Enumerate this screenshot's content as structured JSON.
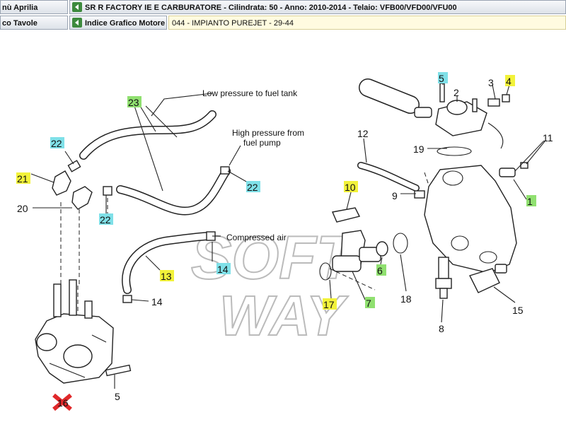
{
  "header": {
    "menu_tab": "nù Aprilia",
    "model_info": "SR R FACTORY IE E CARBURATORE - Cilindrata:  50 - Anno: 2010-2014 - Telaio: VFB00/VFD00/VFU00",
    "tables_tab": "co Tavole",
    "engine_index_button": "Indice Grafico Motore",
    "section_title": "044 - IMPIANTO PUREJET - 29-44"
  },
  "colors": {
    "yellow": "#f2f23a",
    "cyan": "#7fe0e8",
    "green": "#90e070",
    "red": "#e0282a"
  },
  "annotations": {
    "low_pressure": "Low pressure to fuel tank",
    "high_pressure_1": "High pressure from",
    "high_pressure_2": "fuel pump",
    "compressed_air": "Compressed air"
  },
  "watermark": {
    "line1": "SOFT",
    "line2": "WAY"
  },
  "callouts": [
    {
      "num": "1",
      "color": "green"
    },
    {
      "num": "2",
      "color": "none"
    },
    {
      "num": "3",
      "color": "none"
    },
    {
      "num": "4",
      "color": "yellow"
    },
    {
      "num": "5",
      "color": "cyan"
    },
    {
      "num": "5",
      "color": "none"
    },
    {
      "num": "6",
      "color": "green"
    },
    {
      "num": "7",
      "color": "green"
    },
    {
      "num": "8",
      "color": "none"
    },
    {
      "num": "9",
      "color": "none"
    },
    {
      "num": "10",
      "color": "yellow"
    },
    {
      "num": "11",
      "color": "none"
    },
    {
      "num": "12",
      "color": "none"
    },
    {
      "num": "13",
      "color": "yellow"
    },
    {
      "num": "14",
      "color": "cyan"
    },
    {
      "num": "14",
      "color": "none"
    },
    {
      "num": "15",
      "color": "none"
    },
    {
      "num": "16",
      "color": "red"
    },
    {
      "num": "17",
      "color": "yellow"
    },
    {
      "num": "18",
      "color": "none"
    },
    {
      "num": "19",
      "color": "none"
    },
    {
      "num": "20",
      "color": "none"
    },
    {
      "num": "21",
      "color": "yellow"
    },
    {
      "num": "22",
      "color": "cyan"
    },
    {
      "num": "22",
      "color": "cyan"
    },
    {
      "num": "22",
      "color": "cyan"
    },
    {
      "num": "23",
      "color": "green"
    }
  ]
}
